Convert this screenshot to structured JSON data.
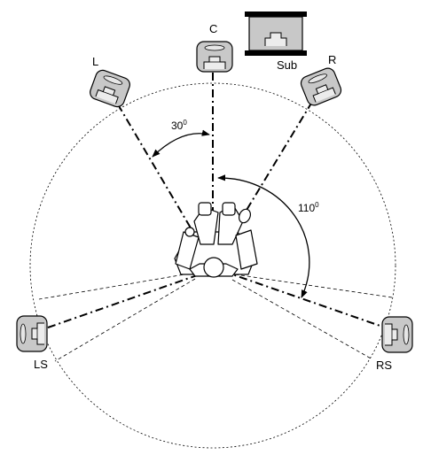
{
  "speakers": {
    "center": {
      "label": "C"
    },
    "left": {
      "label": "L"
    },
    "right": {
      "label": "R"
    },
    "left_surround": {
      "label": "LS"
    },
    "right_surround": {
      "label": "RS"
    },
    "subwoofer": {
      "label": "Sub"
    }
  },
  "angles": {
    "front": {
      "value": "30",
      "unit": "0"
    },
    "surround": {
      "value": "110",
      "unit": "0"
    }
  },
  "colors": {
    "speaker_fill": "#c8c8c8",
    "speaker_face": "#e6e6e6",
    "line": "#000000"
  }
}
